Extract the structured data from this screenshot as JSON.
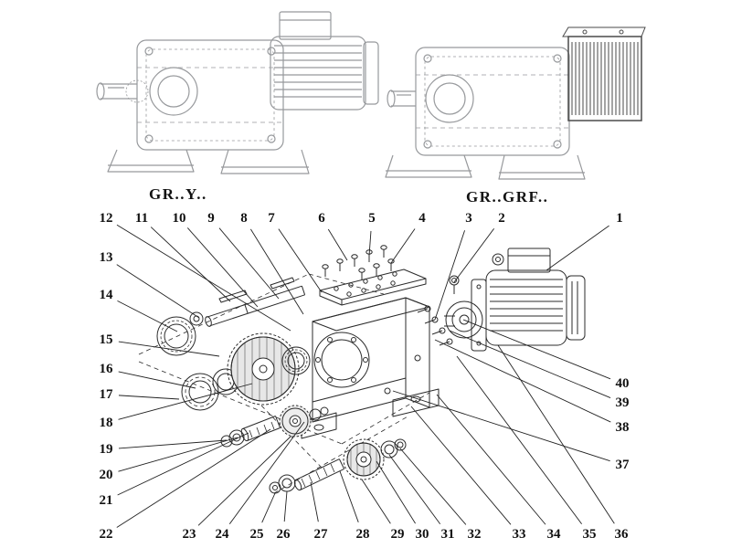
{
  "colors": {
    "ink": "#222222",
    "faded": "#97999c",
    "paper": "#ffffff"
  },
  "variants": {
    "left": {
      "label": "GR..Y.."
    },
    "right": {
      "label": "GR..GRF.."
    }
  },
  "callouts": [
    {
      "n": "12",
      "label": [
        116,
        239
      ],
      "target": [
        318,
        362
      ]
    },
    {
      "n": "11",
      "label": [
        155,
        239
      ],
      "target": [
        252,
        330
      ]
    },
    {
      "n": "10",
      "label": [
        196,
        239
      ],
      "target": [
        282,
        336
      ]
    },
    {
      "n": "9",
      "label": [
        231,
        239
      ],
      "target": [
        305,
        327
      ]
    },
    {
      "n": "8",
      "label": [
        267,
        239
      ],
      "target": [
        332,
        344
      ]
    },
    {
      "n": "7",
      "label": [
        297,
        239
      ],
      "target": [
        352,
        320
      ]
    },
    {
      "n": "6",
      "label": [
        352,
        239
      ],
      "target": [
        380,
        285
      ]
    },
    {
      "n": "5",
      "label": [
        407,
        239
      ],
      "target": [
        404,
        280
      ]
    },
    {
      "n": "4",
      "label": [
        462,
        239
      ],
      "target": [
        428,
        288
      ]
    },
    {
      "n": "3",
      "label": [
        513,
        239
      ],
      "target": [
        476,
        350
      ]
    },
    {
      "n": "2",
      "label": [
        549,
        239
      ],
      "target": [
        497,
        309
      ]
    },
    {
      "n": "1",
      "label": [
        678,
        239
      ],
      "target": [
        598,
        296
      ]
    },
    {
      "n": "13",
      "label": [
        116,
        282
      ],
      "target": [
        218,
        348
      ]
    },
    {
      "n": "14",
      "label": [
        116,
        323
      ],
      "target": [
        194,
        363
      ]
    },
    {
      "n": "15",
      "label": [
        116,
        372
      ],
      "target": [
        240,
        390
      ]
    },
    {
      "n": "16",
      "label": [
        116,
        404
      ],
      "target": [
        214,
        425
      ]
    },
    {
      "n": "17",
      "label": [
        116,
        432
      ],
      "target": [
        196,
        437
      ]
    },
    {
      "n": "18",
      "label": [
        116,
        463
      ],
      "target": [
        276,
        420
      ]
    },
    {
      "n": "19",
      "label": [
        116,
        492
      ],
      "target": [
        248,
        482
      ]
    },
    {
      "n": "20",
      "label": [
        116,
        520
      ],
      "target": [
        260,
        479
      ]
    },
    {
      "n": "21",
      "label": [
        116,
        548
      ],
      "target": [
        272,
        474
      ]
    },
    {
      "n": "22",
      "label": [
        116,
        585
      ],
      "target": [
        296,
        470
      ]
    },
    {
      "n": "23",
      "label": [
        207,
        585
      ],
      "target": [
        318,
        478
      ]
    },
    {
      "n": "24",
      "label": [
        243,
        585
      ],
      "target": [
        333,
        462
      ]
    },
    {
      "n": "25",
      "label": [
        281,
        585
      ],
      "target": [
        301,
        540
      ]
    },
    {
      "n": "26",
      "label": [
        310,
        585
      ],
      "target": [
        314,
        538
      ]
    },
    {
      "n": "27",
      "label": [
        351,
        585
      ],
      "target": [
        340,
        528
      ]
    },
    {
      "n": "28",
      "label": [
        397,
        585
      ],
      "target": [
        372,
        516
      ]
    },
    {
      "n": "29",
      "label": [
        435,
        585
      ],
      "target": [
        396,
        525
      ]
    },
    {
      "n": "30",
      "label": [
        462,
        585
      ],
      "target": [
        412,
        505
      ]
    },
    {
      "n": "31",
      "label": [
        490,
        585
      ],
      "target": [
        426,
        498
      ]
    },
    {
      "n": "32",
      "label": [
        519,
        585
      ],
      "target": [
        438,
        491
      ]
    },
    {
      "n": "33",
      "label": [
        568,
        585
      ],
      "target": [
        450,
        445
      ]
    },
    {
      "n": "34",
      "label": [
        606,
        585
      ],
      "target": [
        478,
        432
      ]
    },
    {
      "n": "35",
      "label": [
        645,
        585
      ],
      "target": [
        500,
        390
      ]
    },
    {
      "n": "36",
      "label": [
        680,
        585
      ],
      "target": [
        545,
        378
      ]
    },
    {
      "n": "40",
      "label": [
        681,
        420
      ],
      "target": [
        507,
        350
      ]
    },
    {
      "n": "39",
      "label": [
        681,
        441
      ],
      "target": [
        492,
        362
      ]
    },
    {
      "n": "38",
      "label": [
        681,
        468
      ],
      "target": [
        476,
        372
      ]
    },
    {
      "n": "37",
      "label": [
        681,
        509
      ],
      "target": [
        430,
        428
      ]
    }
  ]
}
